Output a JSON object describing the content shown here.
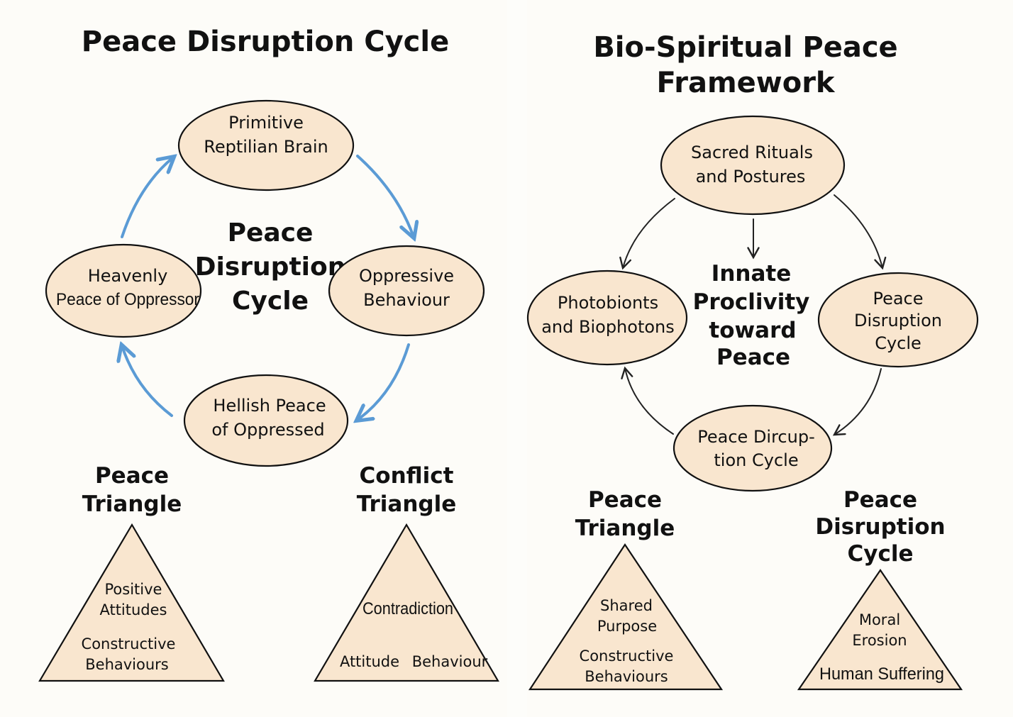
{
  "left": {
    "title": "Peace Disruption Cycle",
    "center_label": [
      "Peace",
      "Disruption",
      "Cycle"
    ],
    "nodes": {
      "top": [
        "Primitive",
        "Reptilian Brain"
      ],
      "right": [
        "Oppressive",
        "Behaviour"
      ],
      "bottom": [
        "Hellish Peace",
        "of Oppressed"
      ],
      "left": [
        "Heavenly",
        "Peace of Oppressor"
      ]
    },
    "arrow_color": "#5b9bd5",
    "triangles": [
      {
        "title": [
          "Peace",
          "Triangle"
        ],
        "lines": [
          "Positive",
          "Attitudes",
          "Constructive",
          "Behaviours"
        ]
      },
      {
        "title": [
          "Conflict",
          "Triangle"
        ],
        "apex": "Contradiction",
        "base_left": "Attitude",
        "base_right": "Behaviour"
      }
    ]
  },
  "right": {
    "title": [
      "Bio-Spiritual Peace",
      "Framework"
    ],
    "center_label": [
      "Innate",
      "Proclivity",
      "toward",
      "Peace"
    ],
    "nodes": {
      "top": [
        "Sacred Rituals",
        "and Postures"
      ],
      "left": [
        "Photobionts",
        "and Biophotons"
      ],
      "right": [
        "Peace",
        "Disruption",
        "Cycle"
      ],
      "bottom": [
        "Peace Dircup-",
        "tion Cycle"
      ]
    },
    "triangles": [
      {
        "title": [
          "Peace",
          "Triangle"
        ],
        "lines": [
          "Shared",
          "Purpose",
          "Constructive",
          "Behaviours"
        ]
      },
      {
        "title": [
          "Peace",
          "Disruption",
          "Cycle"
        ],
        "lines": [
          "Moral",
          "Erosion"
        ],
        "base": "Human Suffering"
      }
    ]
  },
  "colors": {
    "node_fill": "#f9e6cf",
    "background": "#fdfcf8"
  }
}
